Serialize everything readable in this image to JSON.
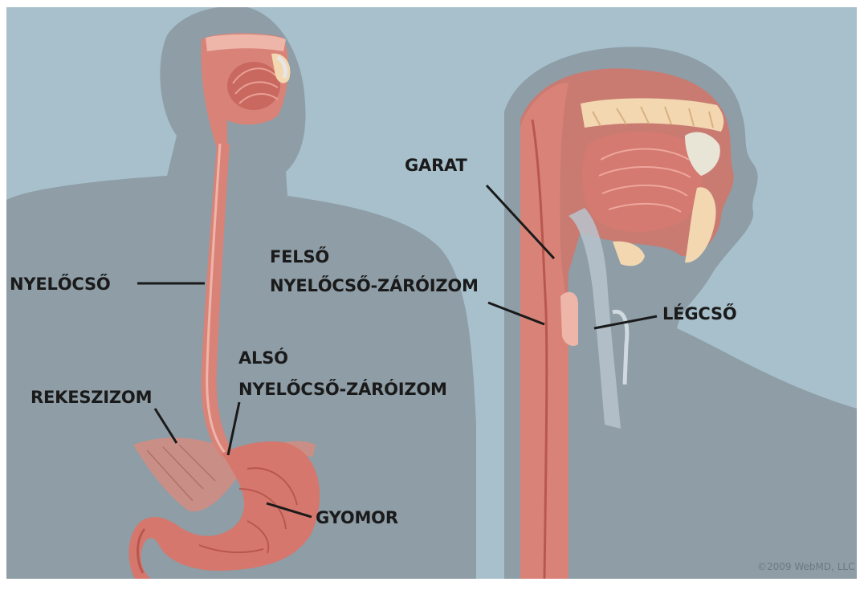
{
  "labels": {
    "nyelocso": "NYELŐCSŐ",
    "rekeszizom": "REKESZIZOM",
    "also_line1": "ALSÓ",
    "also_line2": "NYELŐCSŐ-ZÁRÓIZOM",
    "gyomor": "GYOMOR",
    "garat": "GARAT",
    "felso_line1": "FELSŐ",
    "felso_line2": "NYELŐCSŐ-ZÁRÓIZOM",
    "legcso": "LÉGCSŐ"
  },
  "copyright": "©2009 WebMD, LLC",
  "colors": {
    "background": "#a7c0cb",
    "silhouette": "#8e9da6",
    "tissue": "#d98378",
    "tissue_dark": "#b9574f",
    "tissue_light": "#eeb5a9",
    "bone": "#f2d7b0",
    "leader_line": "#1a1a1a"
  }
}
